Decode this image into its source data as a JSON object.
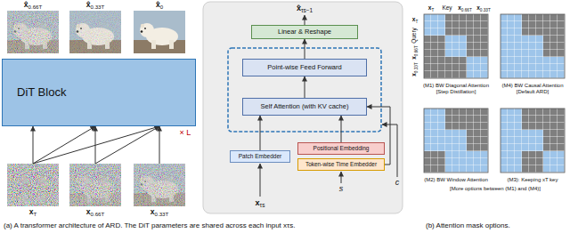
{
  "diagram": {
    "nodes": [
      {
        "text": [
          "x̂0.66T"
        ]
      },
      {
        "text": [
          "x̂0.33T"
        ]
      },
      {
        "text": [
          "x̂0"
        ]
      },
      {
        "text": [
          "DiT Block"
        ]
      },
      {
        "text": [
          "xT"
        ]
      },
      {
        "text": [
          "x0.66T"
        ]
      },
      {
        "text": [
          "x0.33T"
        ]
      },
      {
        "text": [
          "Linear & Reshape"
        ]
      },
      {
        "text": [
          "Point-wise Feed Forward"
        ]
      },
      {
        "text": [
          "Self Attention (with KV cache)"
        ]
      },
      {
        "text": [
          "Patch Embedder"
        ]
      },
      {
        "text": [
          "Positional Embedding"
        ]
      },
      {
        "text": [
          "Token-wise Time Embedder"
        ]
      },
      {
        "text": [
          "(M1) BW Diagonal Attention",
          "[Step Distillation]"
        ]
      },
      {
        "text": [
          "(M4) BW Causal Attention",
          "[Default ARD]"
        ]
      },
      {
        "text": [
          "(M2) BW Window Attention"
        ]
      },
      {
        "text": [
          "(M3): Keeping xT key"
        ]
      }
    ],
    "edges": [
      {
        "from": 4,
        "to": 3,
        "arrow": "to"
      },
      {
        "from": 4,
        "to": 3,
        "arrow": "to"
      },
      {
        "from": 4,
        "to": 3,
        "arrow": "to"
      },
      {
        "from": 5,
        "to": 3,
        "arrow": "to"
      },
      {
        "from": 5,
        "to": 3,
        "arrow": "to"
      },
      {
        "from": 6,
        "to": 3,
        "arrow": "to"
      },
      {
        "from": 9,
        "to": 8,
        "arrow": "to"
      },
      {
        "from": 8,
        "to": 7,
        "arrow": "to"
      },
      {
        "from": 10,
        "to": 9,
        "arrow": "to"
      },
      {
        "from": 11,
        "to": 9,
        "arrow": "to"
      },
      {
        "from": 12,
        "to": 9,
        "arrow": "to"
      }
    ],
    "labels": [
      "× L",
      "x̂τs−1",
      "xτs",
      "s",
      "c",
      "Key",
      "xT",
      "x0.66T",
      "x0.33T",
      "Query",
      "xT",
      "x0.66T",
      "x0.33T",
      "[More options between (M1) and (M4)]",
      "(a) A transformer architecture of ARD. The DiT parameters are shared across each input xτs.",
      "(b) Attention mask options."
    ]
  }
}
